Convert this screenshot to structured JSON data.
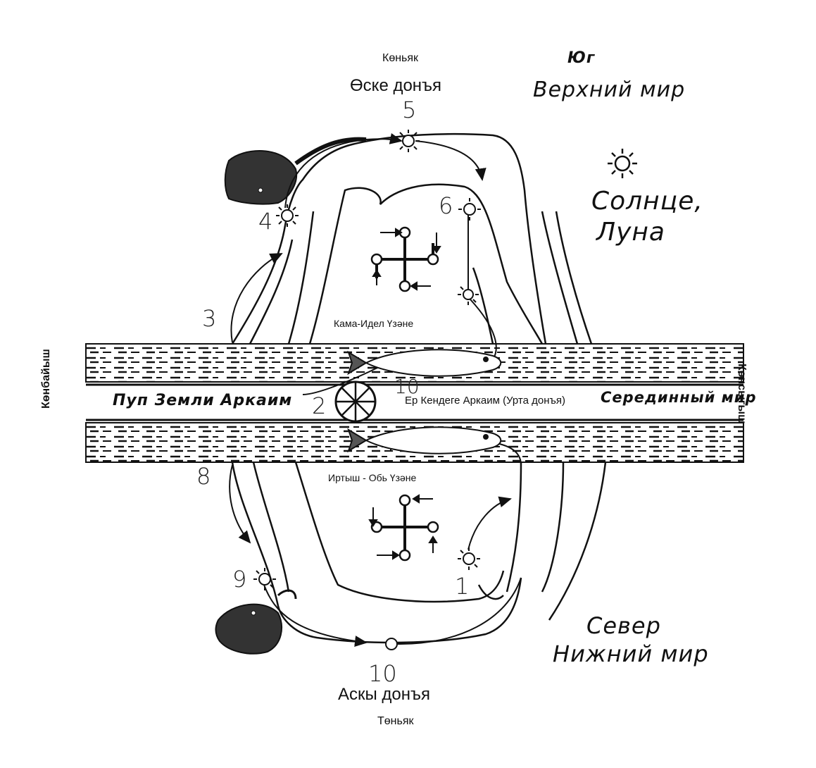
{
  "top": {
    "dir_tatar": "Көньяк",
    "world_tatar": "Өске донъя",
    "dir_ru": "Юг",
    "world_ru": "Верхний мир"
  },
  "sun_moon": {
    "line1": "Солнце,",
    "line2": "Луна"
  },
  "river_top": "Кама-Идел Үзәне",
  "river_bottom": "Иртыш - Обь Үзәне",
  "middle": {
    "left_label": "Пуп Земли Аркаим",
    "center_label": "Ер Кендеге Аркаим (Урта донъя)",
    "right_label": "Серединный мир"
  },
  "sides": {
    "left": "Көнбайыш",
    "right": "Көнсыгыш"
  },
  "bottom": {
    "dir_ru": "Север",
    "world_ru": "Нижний мир",
    "world_tatar": "Аскы донъя",
    "dir_tatar": "Төньяк"
  },
  "numbers": {
    "n1": "1",
    "n2": "2",
    "n3": "3",
    "n4": "4",
    "n5": "5",
    "n6": "6",
    "n8": "8",
    "n9": "9",
    "n10_center": "10",
    "n10_bottom": "10"
  },
  "colors": {
    "ink": "#111111",
    "band": "#e6e6e6"
  }
}
